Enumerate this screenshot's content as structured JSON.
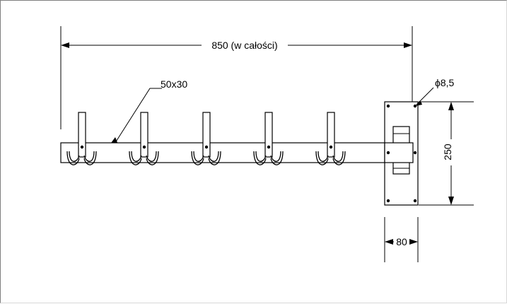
{
  "drawing": {
    "overall_length_label": "850 (w całości)",
    "profile_label": "50x30",
    "hole_label": "ϕ8,5",
    "height_label": "250",
    "width_label": "80",
    "hook_count": 5
  },
  "colors": {
    "line": "#000000",
    "background": "#ffffff"
  }
}
